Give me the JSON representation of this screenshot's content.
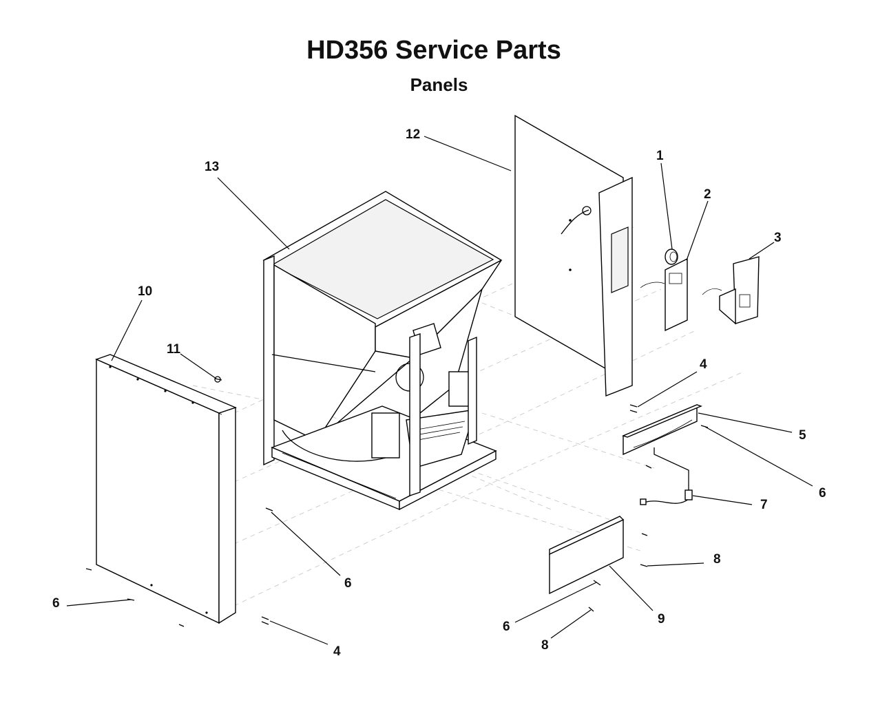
{
  "header": {
    "title": "HD356 Service Parts",
    "subtitle": "Panels"
  },
  "callouts": [
    {
      "id": "c1",
      "label": "1"
    },
    {
      "id": "c2",
      "label": "2"
    },
    {
      "id": "c3",
      "label": "3"
    },
    {
      "id": "c4a",
      "label": "4"
    },
    {
      "id": "c5",
      "label": "5"
    },
    {
      "id": "c6a",
      "label": "6"
    },
    {
      "id": "c7",
      "label": "7"
    },
    {
      "id": "c8a",
      "label": "8"
    },
    {
      "id": "c9",
      "label": "9"
    },
    {
      "id": "c8b",
      "label": "8"
    },
    {
      "id": "c6b",
      "label": "6"
    },
    {
      "id": "c4b",
      "label": "4"
    },
    {
      "id": "c6c",
      "label": "6"
    },
    {
      "id": "c6d",
      "label": "6"
    },
    {
      "id": "c10",
      "label": "10"
    },
    {
      "id": "c11",
      "label": "11"
    },
    {
      "id": "c12",
      "label": "12"
    },
    {
      "id": "c13",
      "label": "13"
    }
  ]
}
